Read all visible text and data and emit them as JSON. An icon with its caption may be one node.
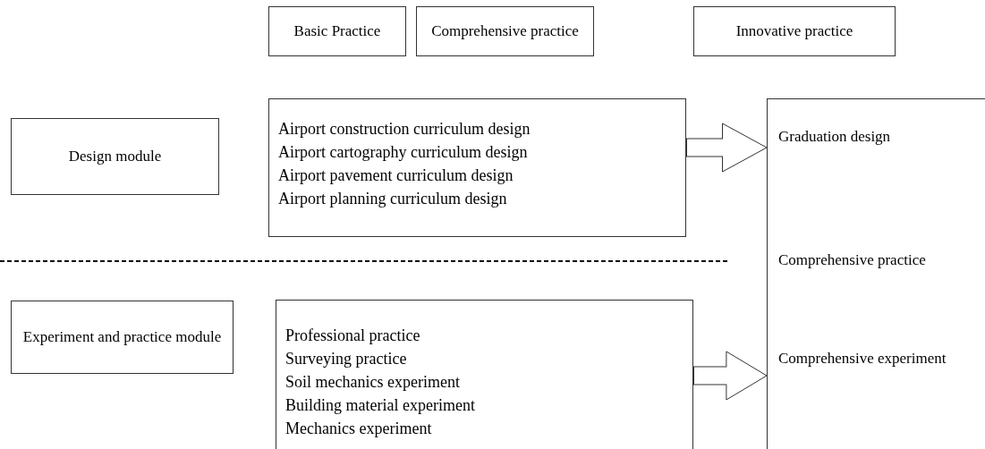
{
  "diagram": {
    "nodes": [
      {
        "text": [
          "Basic Practice"
        ]
      },
      {
        "text": [
          "Comprehensive practice"
        ]
      },
      {
        "text": [
          "Innovative practice"
        ]
      },
      {
        "text": [
          "Design module"
        ]
      },
      {
        "text": [
          "Airport construction curriculum design",
          "Airport cartography curriculum design",
          "Airport pavement curriculum design",
          "Airport planning curriculum design"
        ]
      },
      {
        "text": [
          "Graduation design",
          "Comprehensive practice",
          "Comprehensive experiment"
        ]
      },
      {
        "text": [
          "Experiment and practice module"
        ]
      },
      {
        "text": [
          "Professional practice",
          "Surveying practice",
          "Soil mechanics experiment",
          "Building material experiment",
          "Mechanics experiment"
        ]
      }
    ],
    "edges": [
      {
        "from": 4,
        "to": 5,
        "arrow": "to"
      },
      {
        "from": 7,
        "to": 5,
        "arrow": "to"
      }
    ]
  }
}
